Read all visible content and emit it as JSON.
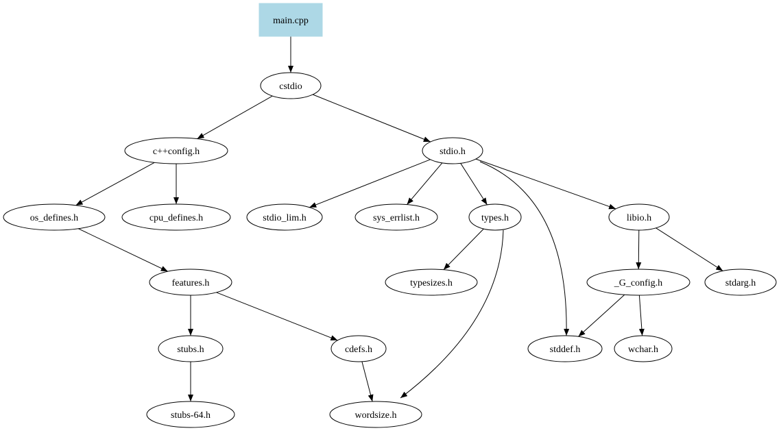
{
  "colors": {
    "root_fill": "#add8e6",
    "stroke": "#000000",
    "node_fill": "#ffffff"
  },
  "nodes": [
    {
      "id": "main",
      "label": "main.cpp",
      "shape": "box"
    },
    {
      "id": "cstdio",
      "label": "cstdio",
      "shape": "ellipse"
    },
    {
      "id": "cppconfig",
      "label": "c++config.h",
      "shape": "ellipse"
    },
    {
      "id": "stdio",
      "label": "stdio.h",
      "shape": "ellipse"
    },
    {
      "id": "os_defines",
      "label": "os_defines.h",
      "shape": "ellipse"
    },
    {
      "id": "cpu_defines",
      "label": "cpu_defines.h",
      "shape": "ellipse"
    },
    {
      "id": "stdio_lim",
      "label": "stdio_lim.h",
      "shape": "ellipse"
    },
    {
      "id": "sys_errlist",
      "label": "sys_errlist.h",
      "shape": "ellipse"
    },
    {
      "id": "types",
      "label": "types.h",
      "shape": "ellipse"
    },
    {
      "id": "libio",
      "label": "libio.h",
      "shape": "ellipse"
    },
    {
      "id": "features",
      "label": "features.h",
      "shape": "ellipse"
    },
    {
      "id": "typesizes",
      "label": "typesizes.h",
      "shape": "ellipse"
    },
    {
      "id": "g_config",
      "label": "_G_config.h",
      "shape": "ellipse"
    },
    {
      "id": "stdarg",
      "label": "stdarg.h",
      "shape": "ellipse"
    },
    {
      "id": "stubs",
      "label": "stubs.h",
      "shape": "ellipse"
    },
    {
      "id": "cdefs",
      "label": "cdefs.h",
      "shape": "ellipse"
    },
    {
      "id": "stddef",
      "label": "stddef.h",
      "shape": "ellipse"
    },
    {
      "id": "wchar",
      "label": "wchar.h",
      "shape": "ellipse"
    },
    {
      "id": "stubs64",
      "label": "stubs-64.h",
      "shape": "ellipse"
    },
    {
      "id": "wordsize",
      "label": "wordsize.h",
      "shape": "ellipse"
    }
  ],
  "edges": [
    {
      "from": "main",
      "to": "cstdio"
    },
    {
      "from": "cstdio",
      "to": "cppconfig"
    },
    {
      "from": "cstdio",
      "to": "stdio"
    },
    {
      "from": "cppconfig",
      "to": "os_defines"
    },
    {
      "from": "cppconfig",
      "to": "cpu_defines"
    },
    {
      "from": "stdio",
      "to": "stdio_lim"
    },
    {
      "from": "stdio",
      "to": "sys_errlist"
    },
    {
      "from": "stdio",
      "to": "types"
    },
    {
      "from": "stdio",
      "to": "stddef"
    },
    {
      "from": "stdio",
      "to": "libio"
    },
    {
      "from": "os_defines",
      "to": "features"
    },
    {
      "from": "types",
      "to": "typesizes"
    },
    {
      "from": "types",
      "to": "wordsize"
    },
    {
      "from": "libio",
      "to": "g_config"
    },
    {
      "from": "libio",
      "to": "stdarg"
    },
    {
      "from": "features",
      "to": "stubs"
    },
    {
      "from": "features",
      "to": "cdefs"
    },
    {
      "from": "g_config",
      "to": "stddef"
    },
    {
      "from": "g_config",
      "to": "wchar"
    },
    {
      "from": "stubs",
      "to": "stubs64"
    },
    {
      "from": "cdefs",
      "to": "wordsize"
    }
  ]
}
